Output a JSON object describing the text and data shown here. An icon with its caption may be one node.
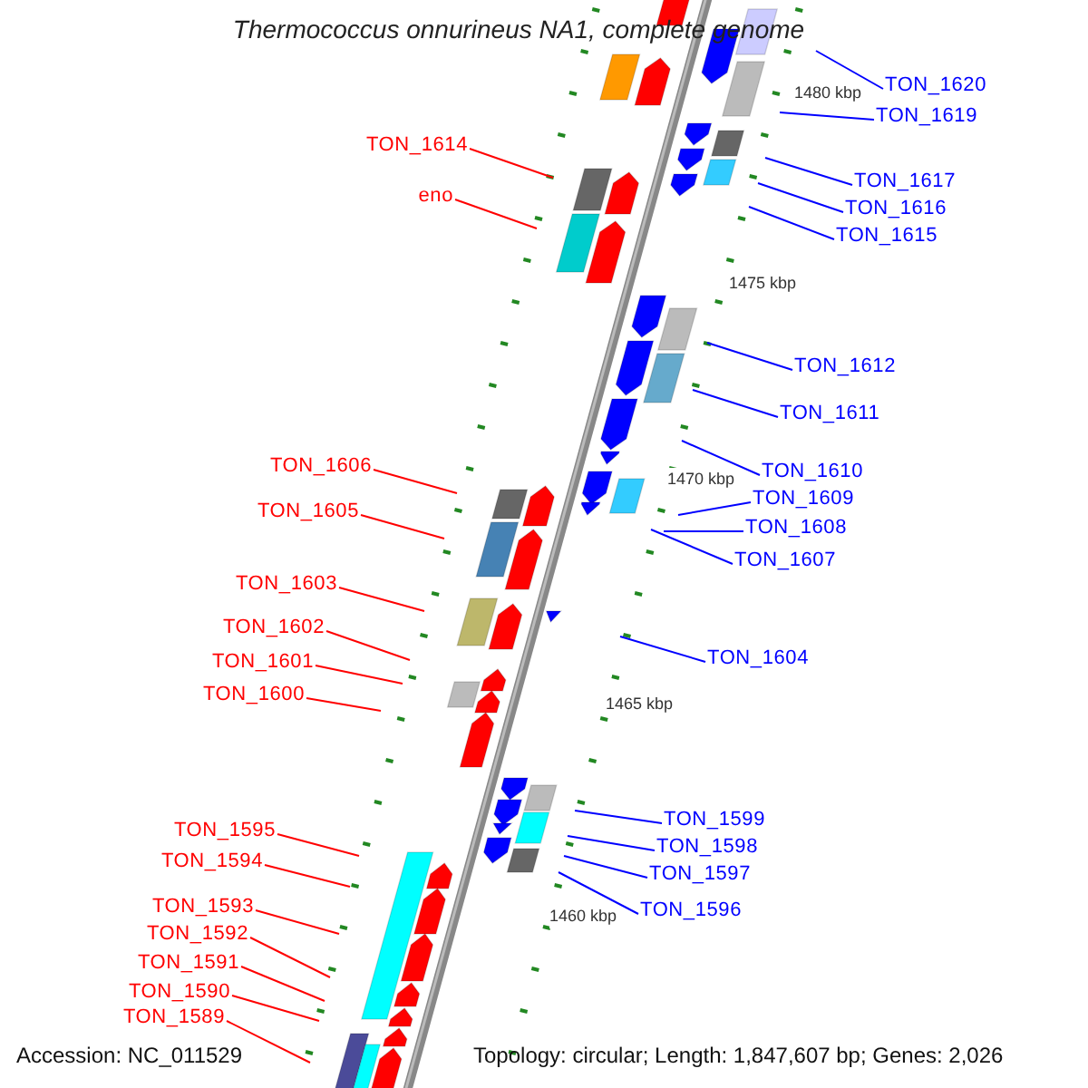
{
  "diagram": {
    "title": "Thermococcus onnurineus NA1, complete genome",
    "nodes": [
      {
        "text": [
          "TON_1620"
        ]
      },
      {
        "text": [
          "TON_1619"
        ]
      },
      {
        "text": [
          "TON_1614"
        ]
      },
      {
        "text": [
          "TON_1617"
        ]
      },
      {
        "text": [
          "eno"
        ]
      },
      {
        "text": [
          "TON_1616"
        ]
      },
      {
        "text": [
          "TON_1615"
        ]
      },
      {
        "text": [
          "TON_1612"
        ]
      },
      {
        "text": [
          "TON_1611"
        ]
      },
      {
        "text": [
          "TON_1606"
        ]
      },
      {
        "text": [
          "TON_1610"
        ]
      },
      {
        "text": [
          "TON_1609"
        ]
      },
      {
        "text": [
          "TON_1605"
        ]
      },
      {
        "text": [
          "TON_1608"
        ]
      },
      {
        "text": [
          "TON_1607"
        ]
      },
      {
        "text": [
          "TON_1603"
        ]
      },
      {
        "text": [
          "TON_1602"
        ]
      },
      {
        "text": [
          "TON_1604"
        ]
      },
      {
        "text": [
          "TON_1601"
        ]
      },
      {
        "text": [
          "TON_1600"
        ]
      },
      {
        "text": [
          "TON_1599"
        ]
      },
      {
        "text": [
          "TON_1595"
        ]
      },
      {
        "text": [
          "TON_1598"
        ]
      },
      {
        "text": [
          "TON_1594"
        ]
      },
      {
        "text": [
          "TON_1597"
        ]
      },
      {
        "text": [
          "TON_1593"
        ]
      },
      {
        "text": [
          "TON_1596"
        ]
      },
      {
        "text": [
          "TON_1592"
        ]
      },
      {
        "text": [
          "TON_1591"
        ]
      },
      {
        "text": [
          "TON_1590"
        ]
      },
      {
        "text": [
          "TON_1589"
        ]
      }
    ],
    "edges": [
      {
        "from": 0,
        "to": null,
        "arrow": "none"
      },
      {
        "from": 1,
        "to": null,
        "arrow": "none"
      },
      {
        "from": 2,
        "to": null,
        "arrow": "none",
        "color": "#ff0000"
      },
      {
        "from": 3,
        "to": null,
        "arrow": "none"
      },
      {
        "from": 4,
        "to": null,
        "arrow": "none",
        "color": "#ff0000"
      },
      {
        "from": 5,
        "to": null,
        "arrow": "none"
      },
      {
        "from": 6,
        "to": null,
        "arrow": "none"
      },
      {
        "from": 7,
        "to": null,
        "arrow": "none"
      },
      {
        "from": 8,
        "to": null,
        "arrow": "none"
      },
      {
        "from": 9,
        "to": null,
        "arrow": "none",
        "color": "#ff0000"
      },
      {
        "from": 10,
        "to": null,
        "arrow": "none"
      },
      {
        "from": 11,
        "to": null,
        "arrow": "none"
      },
      {
        "from": 12,
        "to": null,
        "arrow": "none",
        "color": "#ff0000"
      },
      {
        "from": 13,
        "to": null,
        "arrow": "none"
      },
      {
        "from": 14,
        "to": null,
        "arrow": "none"
      },
      {
        "from": 15,
        "to": null,
        "arrow": "none",
        "color": "#ff0000"
      },
      {
        "from": 16,
        "to": null,
        "arrow": "none",
        "color": "#ff0000"
      },
      {
        "from": 17,
        "to": null,
        "arrow": "none"
      },
      {
        "from": 18,
        "to": null,
        "arrow": "none",
        "color": "#ff0000"
      },
      {
        "from": 19,
        "to": null,
        "arrow": "none",
        "color": "#ff0000"
      },
      {
        "from": 20,
        "to": null,
        "arrow": "none"
      },
      {
        "from": 21,
        "to": null,
        "arrow": "none",
        "color": "#ff0000"
      },
      {
        "from": 22,
        "to": null,
        "arrow": "none"
      },
      {
        "from": 23,
        "to": null,
        "arrow": "none",
        "color": "#ff0000"
      },
      {
        "from": 24,
        "to": null,
        "arrow": "none"
      },
      {
        "from": 25,
        "to": null,
        "arrow": "none",
        "color": "#ff0000"
      },
      {
        "from": 26,
        "to": null,
        "arrow": "none"
      },
      {
        "from": 27,
        "to": null,
        "arrow": "none",
        "color": "#ff0000"
      },
      {
        "from": 28,
        "to": null,
        "arrow": "none",
        "color": "#ff0000"
      },
      {
        "from": 29,
        "to": null,
        "arrow": "none",
        "color": "#ff0000"
      },
      {
        "from": 30,
        "to": null,
        "arrow": "none",
        "color": "#ff0000"
      }
    ],
    "labels": [
      "1480 kbp",
      "1475 kbp",
      "1470 kbp",
      "1465 kbp",
      "1460 kbp",
      "Accession: NC_011529",
      "Topology: circular; Length: 1,847,607 bp; Genes: 2,026"
    ]
  }
}
